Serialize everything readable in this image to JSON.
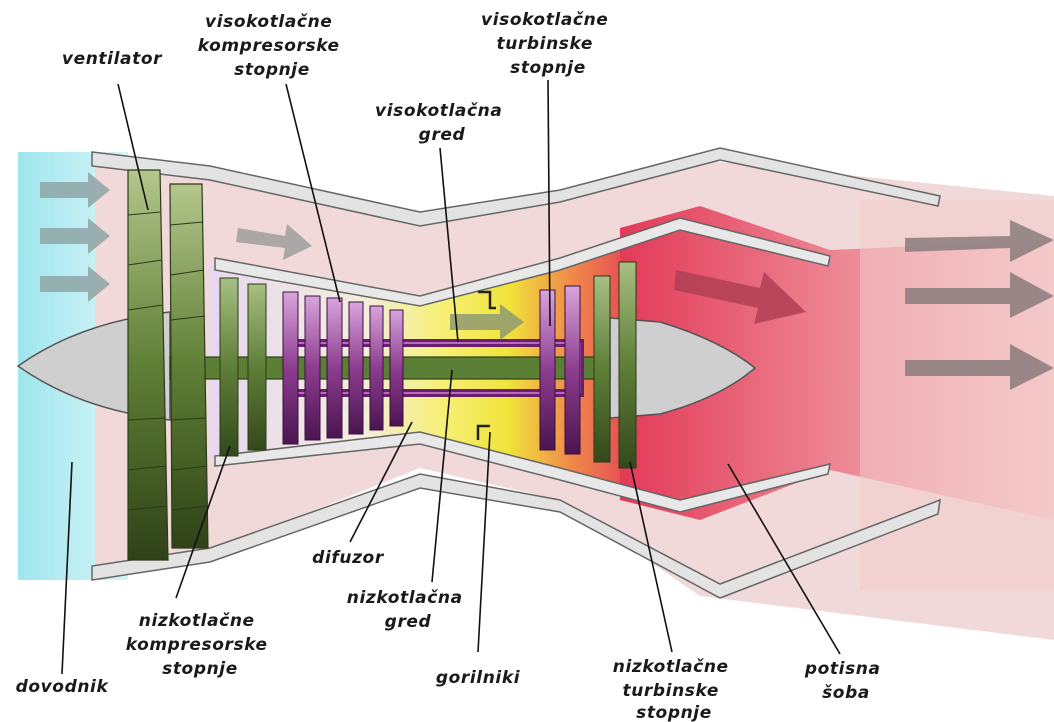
{
  "labels": {
    "ventilator": [
      "ventilator"
    ],
    "hp_compressor": [
      "visokotlačne",
      "kompresorske",
      "stopnje"
    ],
    "hp_shaft": [
      "visokotlačna",
      "gred"
    ],
    "hp_turbine": [
      "visokotlačne",
      "turbinske",
      "stopnje"
    ],
    "inlet": [
      "dovodnik"
    ],
    "lp_compressor": [
      "nizkotlačne",
      "kompresorske",
      "stopnje"
    ],
    "diffuser": [
      "difuzor"
    ],
    "lp_shaft": [
      "nizkotlačna",
      "gred"
    ],
    "burners": [
      "gorilniki"
    ],
    "lp_turbine": [
      "nizkotlačne",
      "turbinske",
      "stopnje"
    ],
    "nozzle": [
      "potisna",
      "šoba"
    ]
  },
  "colors": {
    "inlet_air": "#bdeef2",
    "duct": "#f0d8d8",
    "fan": "#6f8f45",
    "lp_spool": "#4f7a2e",
    "hp_spool": "#7a2a7a",
    "combustion": "#f5e94a",
    "exhaust": "#e03a55",
    "casing": "#e4e4e4",
    "arrow": "#8a9a9a"
  }
}
